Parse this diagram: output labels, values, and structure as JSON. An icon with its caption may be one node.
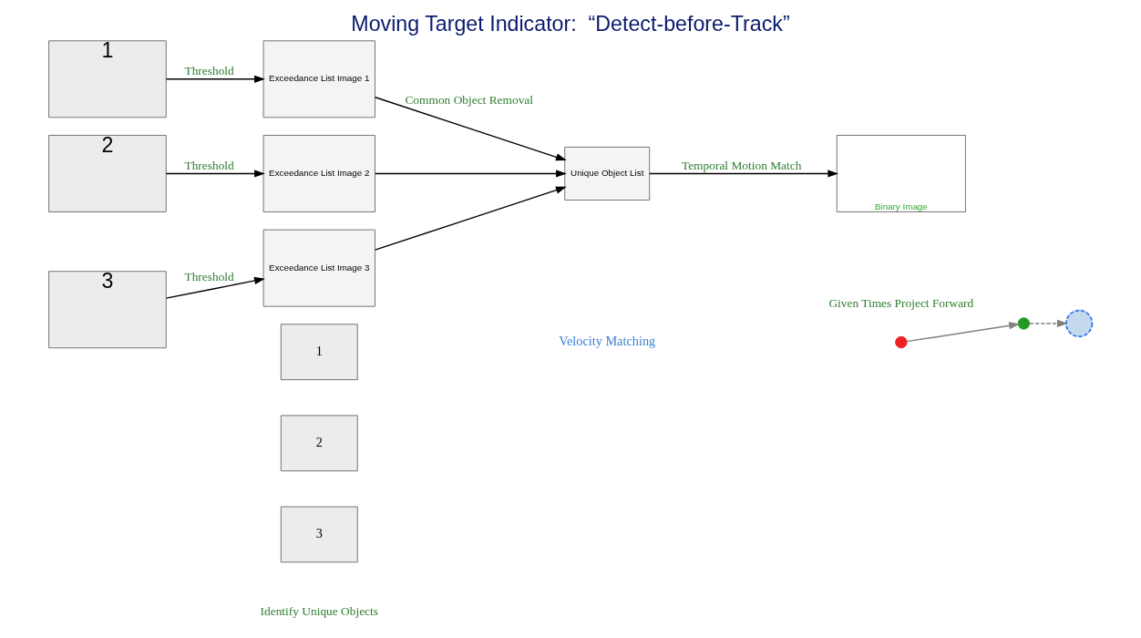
{
  "diagram": {
    "title": "Moving Target Indicator:  “Detect-before-Track”",
    "nodes": [
      {
        "text": [
          "1"
        ]
      },
      {
        "text": [
          "2"
        ]
      },
      {
        "text": [
          "3"
        ]
      },
      {
        "text": [
          "Exceedance List Image 1"
        ]
      },
      {
        "text": [
          "Exceedance List Image 2"
        ]
      },
      {
        "text": [
          "Exceedance List Image 3"
        ]
      },
      {
        "text": [
          "Unique Object List"
        ]
      },
      {
        "text": [
          "Binary Image"
        ]
      },
      {
        "text": [
          "1"
        ]
      },
      {
        "text": [
          "2"
        ]
      },
      {
        "text": [
          "3"
        ]
      },
      {
        "text": [],
        "shape": "circle"
      },
      {
        "text": [],
        "shape": "circle"
      },
      {
        "text": [],
        "shape": "circle"
      }
    ],
    "edges": [
      {
        "from": 0,
        "to": 3,
        "arrow": "to",
        "label": "Threshold"
      },
      {
        "from": 1,
        "to": 4,
        "arrow": "to",
        "label": "Threshold"
      },
      {
        "from": 2,
        "to": 5,
        "arrow": "to",
        "label": "Threshold"
      },
      {
        "from": 3,
        "to": 6,
        "arrow": "to",
        "label": "Common Object Removal"
      },
      {
        "from": 4,
        "to": 6,
        "arrow": "to"
      },
      {
        "from": 5,
        "to": 6,
        "arrow": "to"
      },
      {
        "from": 6,
        "to": 7,
        "arrow": "to",
        "label": "Temporal Motion Match"
      },
      {
        "from": 11,
        "to": 12,
        "arrow": "to",
        "color": "#808080"
      },
      {
        "from": 12,
        "to": 13,
        "arrow": "to",
        "style": "dashed",
        "color": "#808080"
      }
    ],
    "labels": [
      "Velocity Matching",
      "Identify Unique Objects",
      "Given Times Project Forward"
    ]
  }
}
